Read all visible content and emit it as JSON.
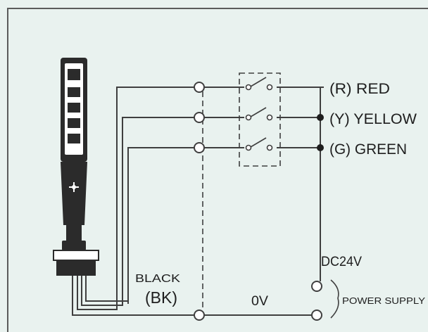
{
  "colors": {
    "background": "#e9f2ef",
    "frame": "#5b5b5b",
    "wire": "#3f3f3f",
    "device": "#2b2b2b",
    "text": "#1e1e1e"
  },
  "icons": {
    "terminal": "open-circle-terminal",
    "junction": "filled-dot",
    "switch": "open-contact-switch"
  },
  "labels": {
    "red": "(R) RED",
    "yellow": "(Y) YELLOW",
    "green": "(G) GREEN",
    "dc24v": "DC24V",
    "black": "BLACK",
    "bk": "(BK)",
    "zero_v": "0V",
    "power_supply": "POWER SUPPLY"
  }
}
